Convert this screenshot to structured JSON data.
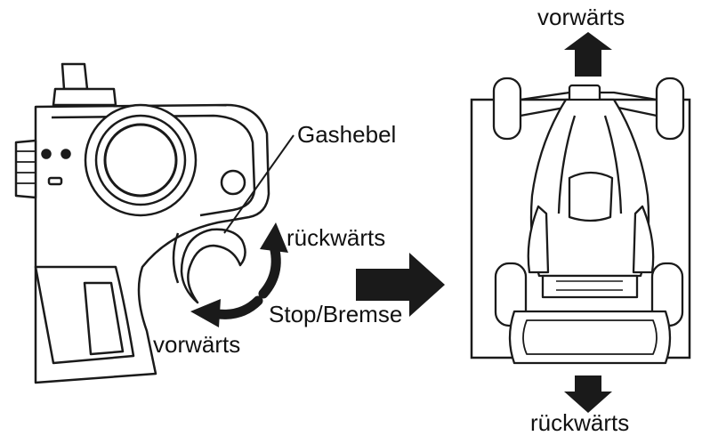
{
  "labels": {
    "throttle_lever": "Gashebel",
    "left_reverse": "rückwärts",
    "left_stop_brake": "Stop/Bremse",
    "left_forward": "vorwärts",
    "car_forward": "vorwärts",
    "car_reverse": "rückwärts"
  },
  "colors": {
    "line": "#1a1a1a",
    "fill": "#ffffff",
    "arrow": "#1a1a1a",
    "car_panel": "#ffffff"
  }
}
